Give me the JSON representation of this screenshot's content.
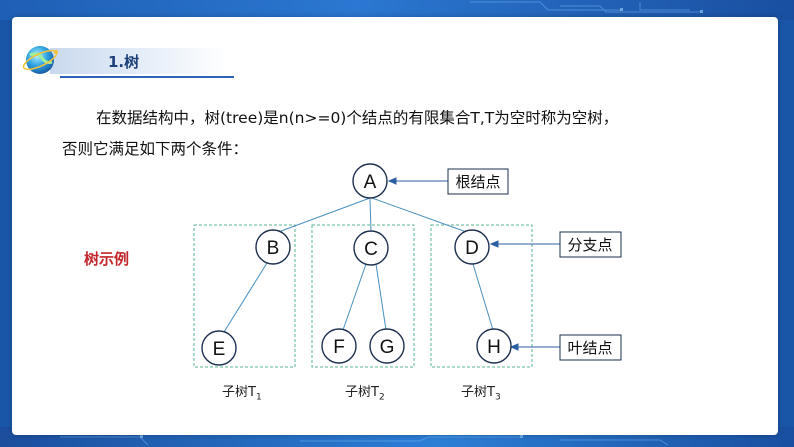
{
  "section": {
    "title": "1.树"
  },
  "paragraph": {
    "line1": "在数据结构中，树(tree)是n(n>=0)个结点的有限集合T,T为空时称为空树，",
    "line2": "否则它满足如下两个条件："
  },
  "diagram": {
    "example_label": "树示例",
    "nodes": [
      {
        "id": "A",
        "label": "A"
      },
      {
        "id": "B",
        "label": "B"
      },
      {
        "id": "C",
        "label": "C"
      },
      {
        "id": "D",
        "label": "D"
      },
      {
        "id": "E",
        "label": "E"
      },
      {
        "id": "F",
        "label": "F"
      },
      {
        "id": "G",
        "label": "G"
      },
      {
        "id": "H",
        "label": "H"
      }
    ],
    "edges": [
      [
        "A",
        "B"
      ],
      [
        "A",
        "C"
      ],
      [
        "A",
        "D"
      ],
      [
        "B",
        "E"
      ],
      [
        "C",
        "F"
      ],
      [
        "C",
        "G"
      ],
      [
        "D",
        "H"
      ]
    ],
    "callouts": {
      "root": "根结点",
      "branch": "分支点",
      "leaf": "叶结点"
    },
    "subtrees": [
      {
        "prefix": "子树T",
        "sub": "1"
      },
      {
        "prefix": "子树T",
        "sub": "2"
      },
      {
        "prefix": "子树T",
        "sub": "3"
      }
    ]
  },
  "colors": {
    "edge": "#4aa0c8",
    "dashed_box": "#5bb58c",
    "example_label": "#c0262b",
    "header_underline": "#2d64b8"
  }
}
